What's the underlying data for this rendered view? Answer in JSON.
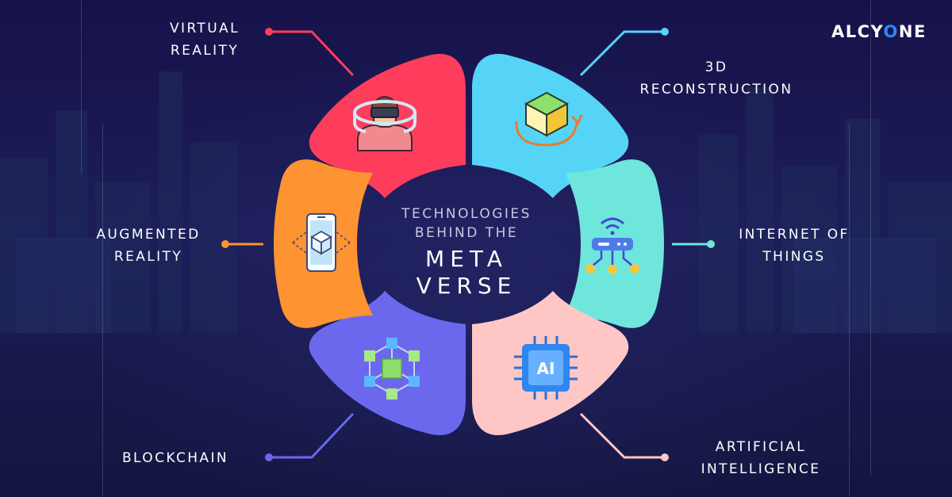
{
  "brand": {
    "name_part1": "ALCY",
    "name_o": "O",
    "name_part2": "NE"
  },
  "center": {
    "subtitle_line1": "TECHNOLOGIES",
    "subtitle_line2": "BEHIND THE",
    "title_line1": "META",
    "title_line2": "VERSE"
  },
  "segments": [
    {
      "id": "virtual-reality",
      "line1": "VIRTUAL",
      "line2": "REALITY",
      "color": "#fe3d5d",
      "icon": "vr-headset-icon"
    },
    {
      "id": "3d-reconstruction",
      "line1": "3D",
      "line2": "RECONSTRUCTION",
      "color": "#55d4f8",
      "icon": "3d-cube-icon"
    },
    {
      "id": "internet-of-things",
      "line1": "INTERNET OF",
      "line2": "THINGS",
      "color": "#6ee6db",
      "icon": "iot-router-icon"
    },
    {
      "id": "artificial-intelligence",
      "line1": "ARTIFICIAL",
      "line2": "INTELLIGENCE",
      "color": "#fec7c5",
      "icon": "ai-chip-icon"
    },
    {
      "id": "blockchain",
      "line1": "BLOCKCHAIN",
      "line2": "",
      "color": "#6b68ee",
      "icon": "blockchain-icon"
    },
    {
      "id": "augmented-reality",
      "line1": "AUGMENTED",
      "line2": "REALITY",
      "color": "#fd9331",
      "icon": "ar-phone-icon"
    }
  ]
}
